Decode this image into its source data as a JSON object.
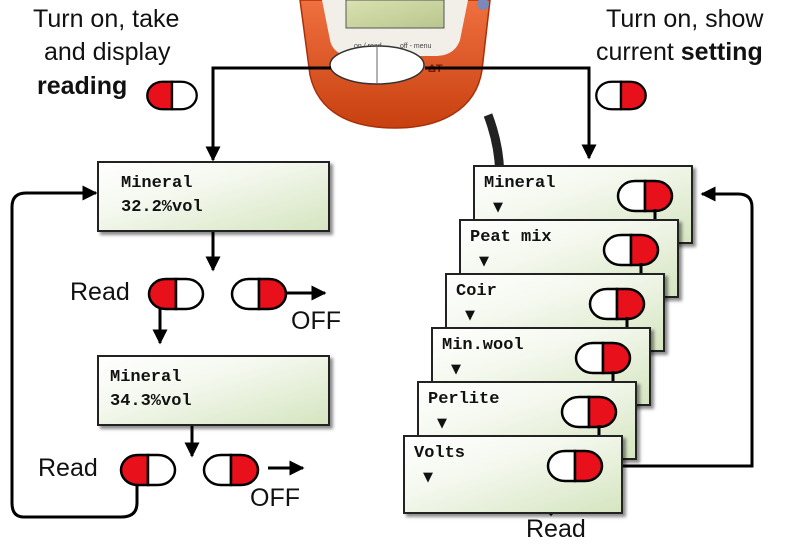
{
  "captions": {
    "left_top_1": "Turn on, take",
    "left_top_2": "and display",
    "left_top_3": "reading",
    "right_top_1": "Turn on, show",
    "right_top_2": "current ",
    "right_top_3": "setting",
    "device_labels": [
      "on / read",
      "off - menu"
    ],
    "device_logo": "ΔT",
    "read_1": "Read",
    "off_1": "OFF",
    "read_2": "Read",
    "off_2": "OFF",
    "read_3": "Read"
  },
  "left_displays": [
    {
      "line1": "Mineral",
      "line2": "32.2%vol"
    },
    {
      "line1": "Mineral",
      "line2": "34.3%vol"
    }
  ],
  "menu_items": [
    {
      "label": "Mineral",
      "marker": "▼"
    },
    {
      "label": "Peat mix",
      "marker": "▼"
    },
    {
      "label": "Coir",
      "marker": "▼"
    },
    {
      "label": "Min.wool",
      "marker": "▼"
    },
    {
      "label": "Perlite",
      "marker": "▼"
    },
    {
      "label": "Volts",
      "marker": "▼"
    }
  ],
  "colors": {
    "button_red": "#e8101a",
    "device_orange": "#e0501a",
    "lcd_green": "#d5e5c0"
  }
}
